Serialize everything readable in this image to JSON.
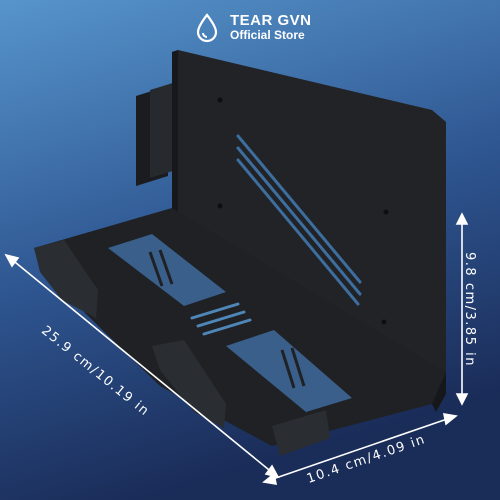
{
  "brand": {
    "name": "TEAR GVN",
    "subtitle": "Official Store",
    "logo_icon": "water-drop-icon"
  },
  "product": {
    "color": "#202225"
  },
  "dimensions": {
    "length": "25.9 cm/10.19 in",
    "depth": "10.4 cm/4.09 in",
    "height": "9.8 cm/3.85 in"
  },
  "colors": {
    "background_top": "#4e8cc4",
    "background_bottom": "#1b2f5c",
    "slot_highlight": "#4f86b8",
    "text": "#ffffff"
  }
}
